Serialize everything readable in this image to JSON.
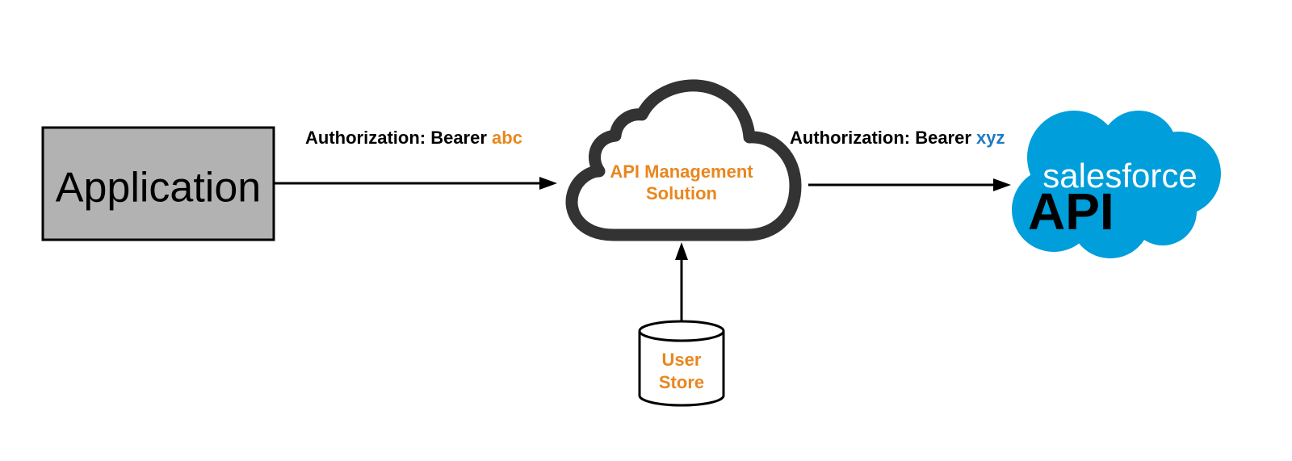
{
  "nodes": {
    "application": {
      "label": "Application",
      "fill": "#b2b2b2"
    },
    "api_management": {
      "line1": "API Management",
      "line2": "Solution",
      "text_color": "#e8871e"
    },
    "salesforce": {
      "brand": "salesforce",
      "sub": "API",
      "color": "#009edb"
    },
    "user_store": {
      "line1": "User",
      "line2": "Store",
      "text_color": "#e8871e"
    }
  },
  "edges": {
    "app_to_apim": {
      "prefix": "Authorization: Bearer ",
      "token": "abc",
      "token_color": "#e8871e"
    },
    "apim_to_sf": {
      "prefix": "Authorization: Bearer ",
      "token": "xyz",
      "token_color": "#1f7bbf"
    }
  }
}
